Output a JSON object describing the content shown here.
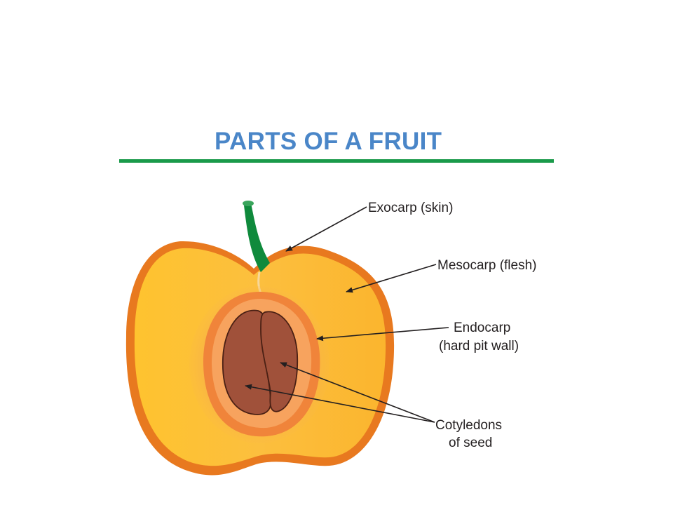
{
  "title": "PARTS OF A FRUIT",
  "colors": {
    "title": "#4a86c8",
    "rule": "#1a9a4a",
    "skin": "#e8791f",
    "flesh": "#fbb832",
    "endocarp": "#f0843a",
    "seed": "#a0513a",
    "stem": "#0f8a3c"
  },
  "labels": {
    "exocarp": "Exocarp (skin)",
    "mesocarp": "Mesocarp (flesh)",
    "endocarp_line1": "Endocarp",
    "endocarp_line2": "(hard pit wall)",
    "cotyledons_line1": "Cotyledons",
    "cotyledons_line2": "of seed"
  }
}
